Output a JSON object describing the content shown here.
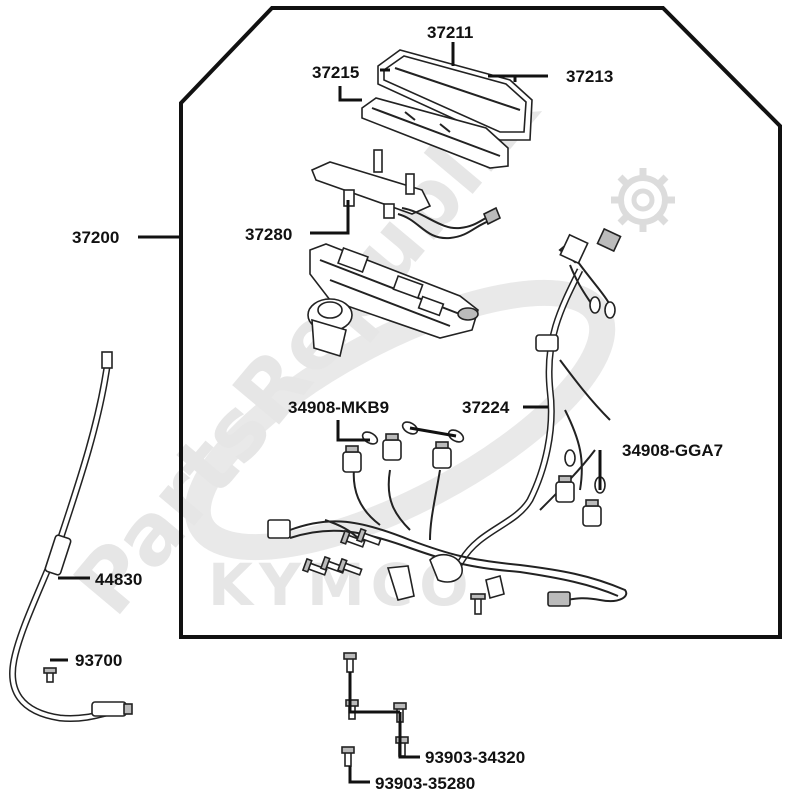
{
  "watermark": {
    "text": "PartsRepublik",
    "brand": "KYMCO",
    "icon": "gear-icon",
    "color": "#e6e6e6"
  },
  "parts": {
    "p37211": "37211",
    "p37215": "37215",
    "p37213": "37213",
    "p37200": "37200",
    "p37280": "37280",
    "p37224": "37224",
    "p34908_mkb9": "34908-MKB9",
    "p34908_gga7": "34908-GGA7",
    "p44830": "44830",
    "p93700": "93700",
    "p93903_34320": "93903-34320",
    "p93903_35280": "93903-35280"
  }
}
